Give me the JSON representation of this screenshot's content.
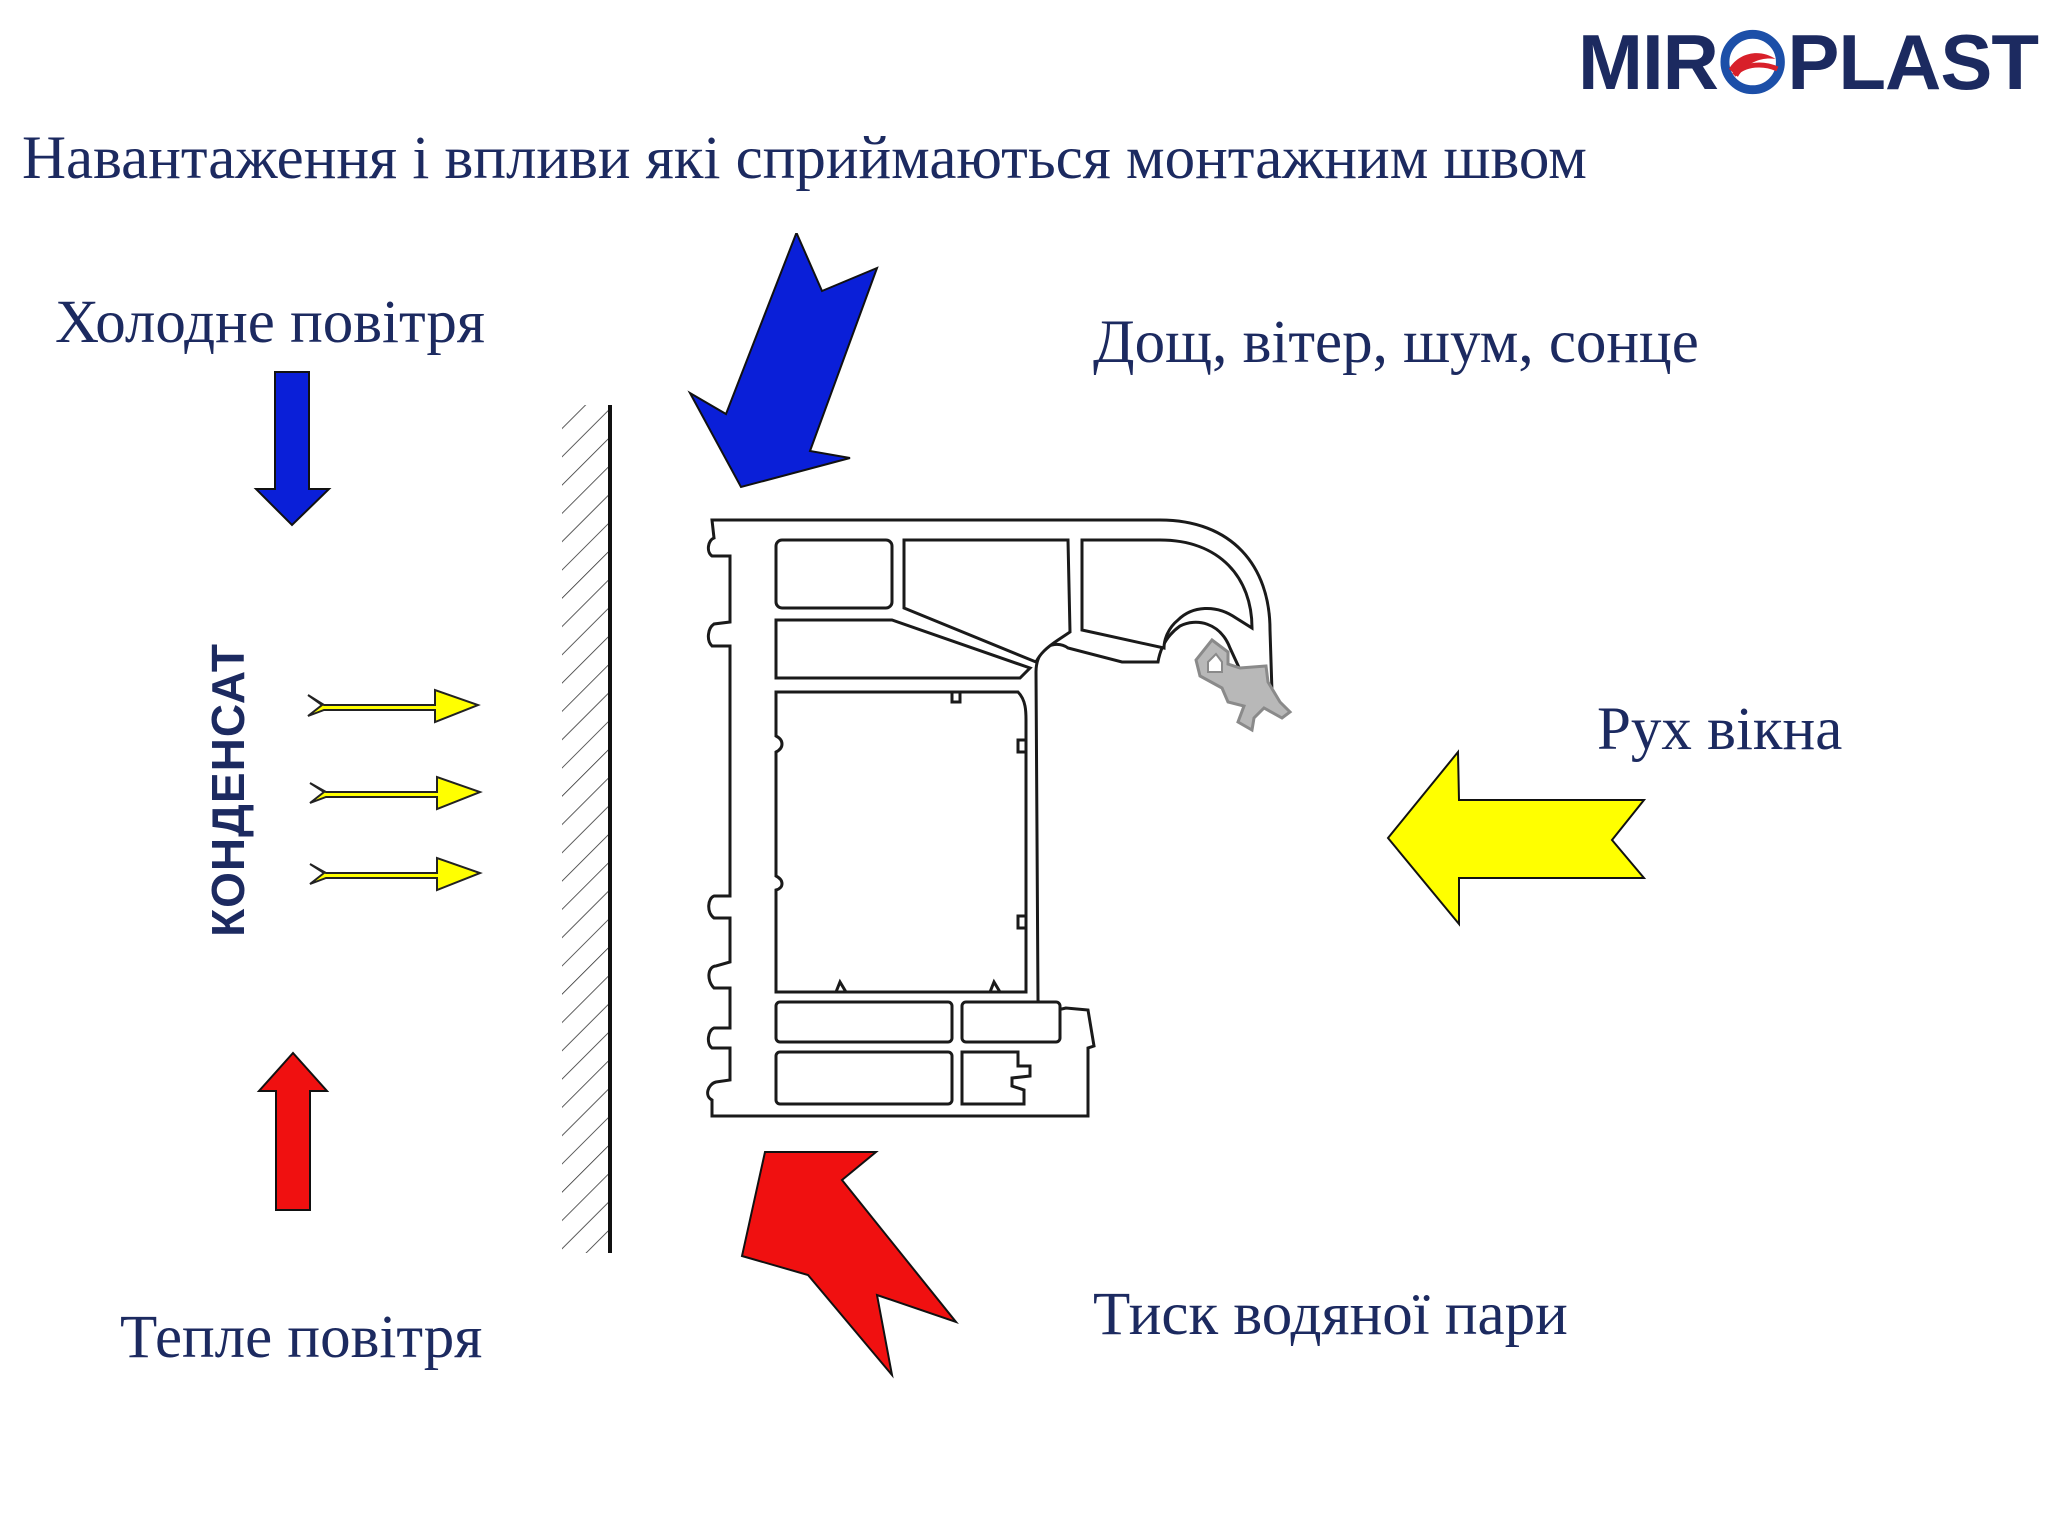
{
  "logo": {
    "left": "MIR",
    "right": "PLAST",
    "colors": {
      "text": "#1c2a60",
      "swirl_blue": "#1c4fa8",
      "swirl_red": "#d8202a"
    }
  },
  "title": "Навантаження і впливи які сприймаються монтажним швом",
  "labels": {
    "cold_air": "Холодне повітря",
    "warm_air": "Тепле повітря",
    "condensate": "КОНДЕНСАТ",
    "rain_wind": "Дощ, вітер, шум, сонце",
    "window_movement": "Рух вікна",
    "vapor_pressure": "Тиск водяної пари"
  },
  "colors": {
    "text": "#1c2a60",
    "blue_arrow": "#0a1fd8",
    "red_arrow": "#f01010",
    "yellow_arrow": "#ffff00",
    "outline": "#1a1a1a",
    "gasket": "#9a9a9a"
  },
  "icons": [
    "cold-arrow-icon",
    "warm-arrow-icon",
    "condensate-arrow-icon",
    "rain-arrow-icon",
    "vapor-arrow-icon",
    "movement-arrow-icon",
    "logo-swirl-icon"
  ]
}
